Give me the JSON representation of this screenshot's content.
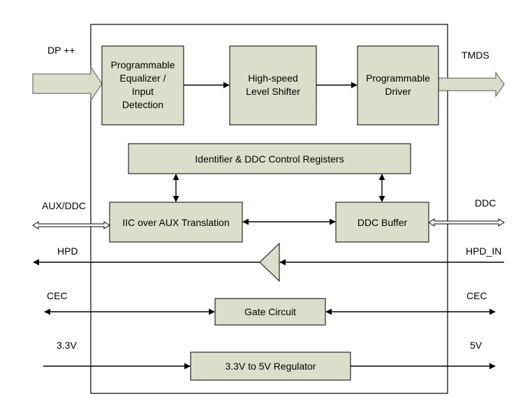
{
  "blocks": {
    "equalizer": [
      "Programmable",
      "Equalizer /",
      "Input",
      "Detection"
    ],
    "level_shifter": [
      "High-speed",
      "Level Shifter"
    ],
    "driver": [
      "Programmable",
      "Driver"
    ],
    "registers": "Identifier & DDC Control Registers",
    "iic_aux": "IIC over AUX Translation",
    "ddc_buffer": "DDC Buffer",
    "gate": "Gate Circuit",
    "regulator": "3.3V to 5V Regulator"
  },
  "signals": {
    "dp_in": "DP ++",
    "tmds": "TMDS",
    "aux_ddc": "AUX/DDC",
    "ddc": "DDC",
    "hpd": "HPD",
    "hpd_in": "HPD_IN",
    "cec_left": "CEC",
    "cec_right": "CEC",
    "v33": "3.3V",
    "v5": "5V"
  }
}
